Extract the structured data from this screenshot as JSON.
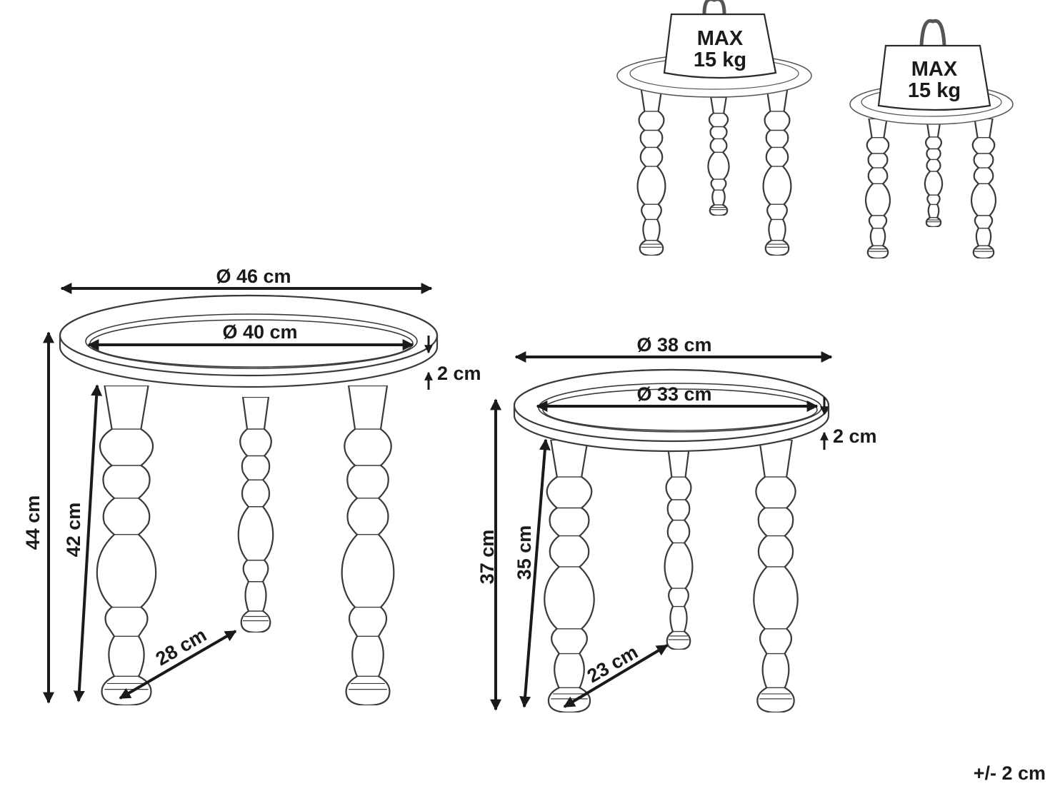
{
  "large_table": {
    "top_outer_diameter": "Ø 46 cm",
    "top_inner_diameter": "Ø 40 cm",
    "rim_depth": "2 cm",
    "total_height": "44 cm",
    "leg_length": "42 cm",
    "leg_spacing": "28 cm"
  },
  "small_table": {
    "top_outer_diameter": "Ø 38 cm",
    "top_inner_diameter": "Ø 33 cm",
    "rim_depth": "2 cm",
    "total_height": "37 cm",
    "leg_length": "35 cm",
    "leg_spacing": "23 cm"
  },
  "load_large": {
    "line1": "MAX",
    "line2": "15 kg"
  },
  "load_small": {
    "line1": "MAX",
    "line2": "15 kg"
  },
  "tolerance": "+/- 2 cm"
}
